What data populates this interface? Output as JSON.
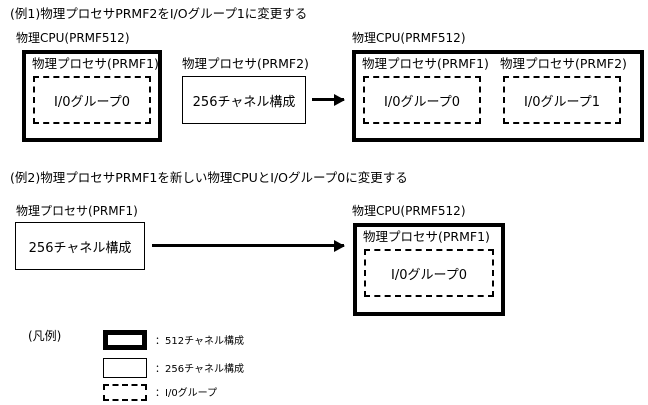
{
  "figure": {
    "examples": [
      {
        "title": "(例1)物理プロセサPRMF2をI/Oグループ1に変更する",
        "before": {
          "cpu_caption": "物理CPU(PRMF512)",
          "processor_caption": "物理プロセサ(PRMF1)",
          "io_group_label": "I/0グループ0",
          "second_processor_caption": "物理プロセサ(PRMF2)",
          "second_box_label": "256チャネル構成"
        },
        "after": {
          "cpu_caption": "物理CPU(PRMF512)",
          "processor1_caption": "物理プロセサ(PRMF1)",
          "io_group1_label": "I/0グループ0",
          "processor2_caption": "物理プロセサ(PRMF2)",
          "io_group2_label": "I/0グループ1"
        }
      },
      {
        "title": "(例2)物理プロセサPRMF1を新しい物理CPUとI/Oグループ0に変更する",
        "before": {
          "processor_caption": "物理プロセサ(PRMF1)",
          "box_label": "256チャネル構成"
        },
        "after": {
          "cpu_caption": "物理CPU(PRMF512)",
          "processor_caption": "物理プロセサ(PRMF1)",
          "io_group_label": "I/0グループ0"
        }
      }
    ],
    "legend": {
      "title": "(凡例)",
      "items": [
        {
          "style": "bold",
          "label": "：512チャネル構成"
        },
        {
          "style": "thin",
          "label": "：256チャネル構成"
        },
        {
          "style": "dashed",
          "label": "：I/0グループ"
        }
      ]
    },
    "colors": {
      "line": "#000000",
      "background": "#ffffff"
    }
  }
}
